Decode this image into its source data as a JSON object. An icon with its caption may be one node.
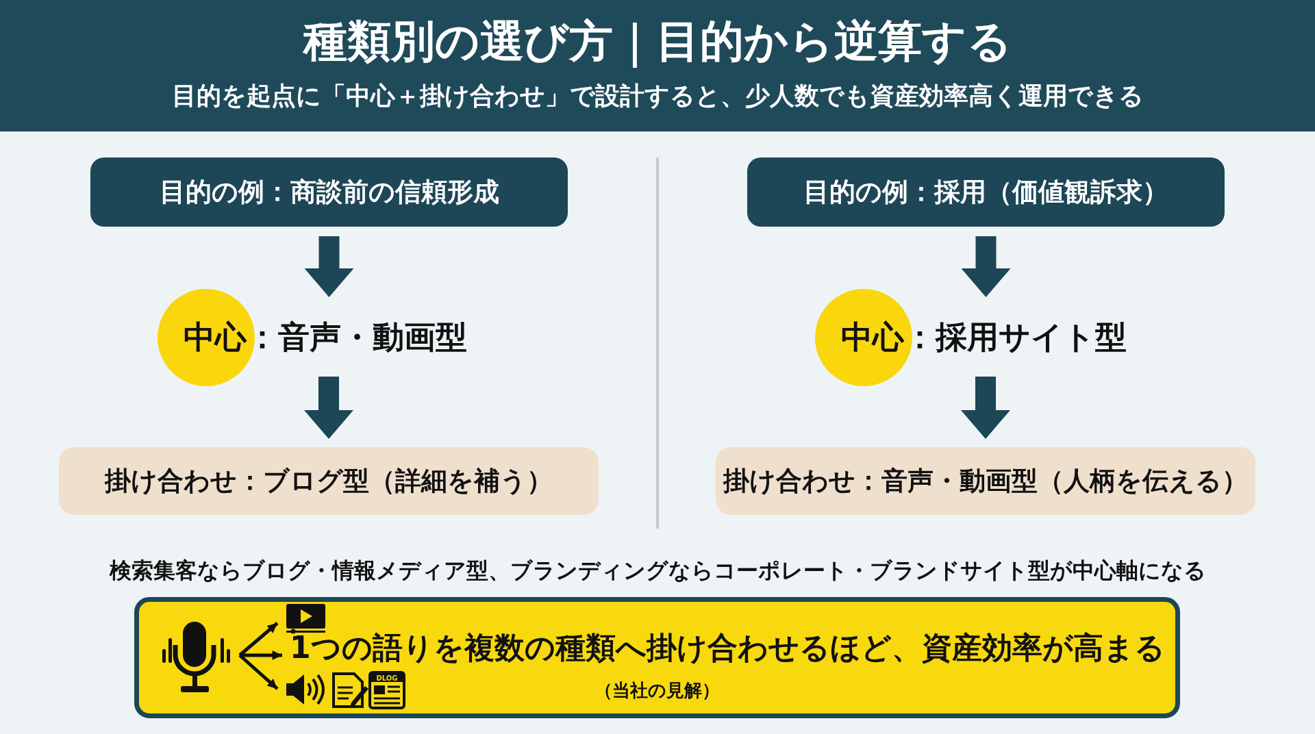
{
  "diagram": {
    "title": "種類別の選び方｜目的から逆算する",
    "nodes": [
      {
        "text": [
          "目的の例：商談前の信頼形成"
        ]
      },
      {
        "text": [
          "中心",
          "：音声・動画型"
        ]
      },
      {
        "text": [
          "掛け合わせ：ブログ型（詳細を補う）"
        ]
      },
      {
        "text": [
          "目的の例：採用（価値観訴求）"
        ]
      },
      {
        "text": [
          "中心",
          "：採用サイト型"
        ]
      },
      {
        "text": [
          "掛け合わせ：音声・動画型（人柄を伝える）"
        ]
      },
      {
        "text": [
          "1つの語りを複数の種類へ掛け合わせるほど、資産効率が高まる",
          "（当社の見解）"
        ]
      }
    ],
    "edges": [
      {
        "from": 0,
        "to": 1,
        "arrow": "to",
        "style": "thick"
      },
      {
        "from": 1,
        "to": 2,
        "arrow": "to",
        "style": "thick"
      },
      {
        "from": 3,
        "to": 4,
        "arrow": "to",
        "style": "thick"
      },
      {
        "from": 4,
        "to": 5,
        "arrow": "to",
        "style": "thick"
      }
    ],
    "labels": [
      "目的を起点に「中心＋掛け合わせ」で設計すると、少人数でも資産効率高く運用できる",
      "検索集客ならブログ・情報メディア型、ブランディングならコーポレート・ブランドサイト型が中心軸になる",
      "DLOG"
    ]
  }
}
